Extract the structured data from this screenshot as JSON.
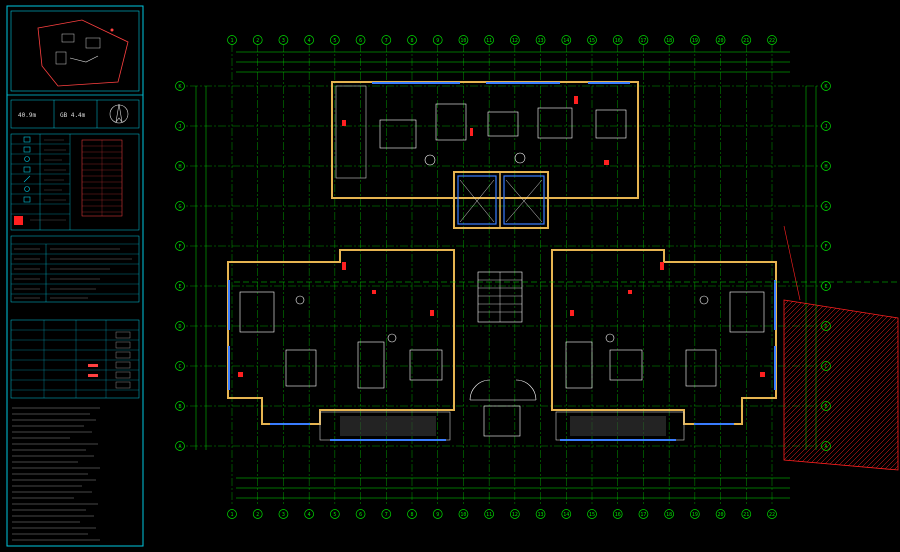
{
  "colors": {
    "background": "#000000",
    "panel_frame": "#00c8e0",
    "grid_axis": "#00e000",
    "dimension": "#00e000",
    "wall": "#e6b450",
    "window": "#3a7dff",
    "fixture": "#e0e0e0",
    "annotation": "#ff3030",
    "hatch": "#ff2020",
    "room_text": "#ff40ff"
  },
  "legend_panel": {
    "title_cell_left": "40.9m",
    "title_cell_mid": "GB 4.4m"
  },
  "axis_bubbles_top": [
    "1",
    "2",
    "3",
    "4",
    "5",
    "6",
    "7",
    "8",
    "9",
    "10",
    "11",
    "12",
    "13",
    "14",
    "15",
    "16",
    "17",
    "18",
    "19",
    "20",
    "21",
    "22"
  ],
  "axis_bubbles_left": [
    "A",
    "B",
    "C",
    "D",
    "E",
    "F",
    "G",
    "H",
    "J",
    "K"
  ],
  "icons": {
    "north_arrow": "north-arrow-icon",
    "site_plan": "site-plan-thumbnail-icon"
  }
}
